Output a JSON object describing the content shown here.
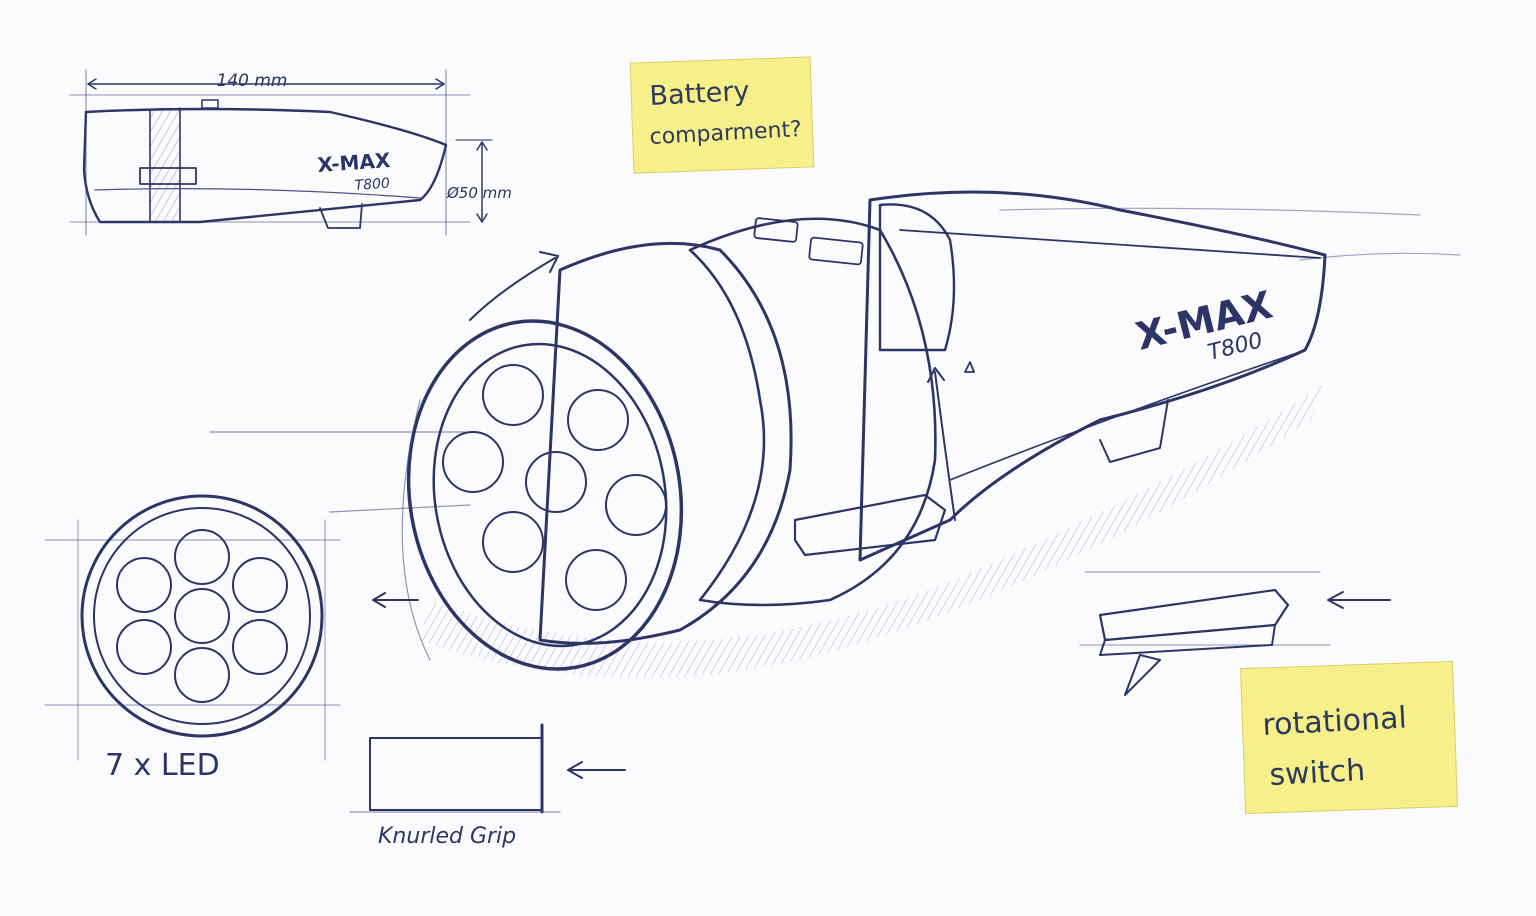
{
  "side_view": {
    "length_label": "140 mm",
    "diameter_label": "Ø50 mm",
    "brand": "X-MAX",
    "model": "T800"
  },
  "main_view": {
    "brand": "X-MAX",
    "model": "T800"
  },
  "notes": {
    "battery_line1": "Battery",
    "battery_line2": "comparment?",
    "switch_line1": "rotational",
    "switch_line2": "switch"
  },
  "labels": {
    "led_count": "7 x LED",
    "grip": "Knurled Grip"
  },
  "colors": {
    "ink": "#2c3566",
    "sticky_note": "#f7f08a",
    "paper": "#fbfbfd"
  }
}
